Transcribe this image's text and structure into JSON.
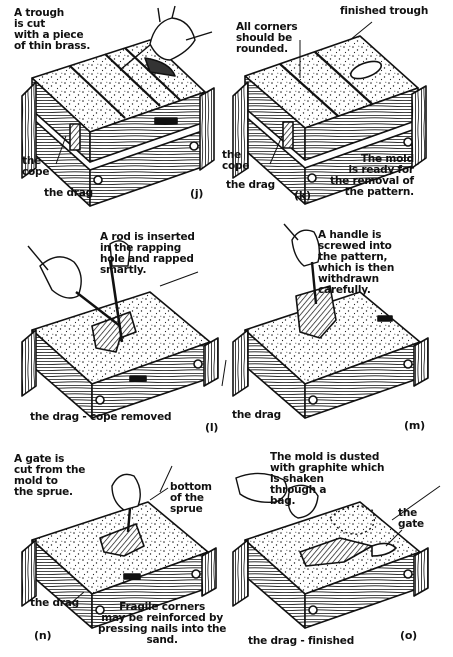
{
  "panels": {
    "j": {
      "tag": "(j)",
      "caption": "A trough\nis cut\nwith a piece\nof thin brass.",
      "cope_label": "the\ncope",
      "drag_label": "the drag"
    },
    "k": {
      "tag": "(k)",
      "corners_note": "All corners\nshould be\nrounded.",
      "finished_trough": "finished trough",
      "cope_label": "the\ncope",
      "drag_label": "the drag",
      "ready_note": "The mold\nis ready for\nthe removal of\nthe pattern."
    },
    "l": {
      "tag": "(l)",
      "caption": "A rod is inserted\nin the rapping\nhole and rapped\nsmartly.",
      "drag_label": "the drag - cope removed"
    },
    "m": {
      "tag": "(m)",
      "caption": "A handle is\nscrewed into\nthe pattern,\nwhich is then\nwithdrawn\ncarefully.",
      "drag_label": "the drag"
    },
    "n": {
      "tag": "(n)",
      "caption": "A gate is\ncut from the\nmold to\nthe sprue.",
      "sprue_label": "bottom\nof the\nsprue",
      "drag_label": "the drag",
      "corners_note": "Fragile corners\nmay be reinforced by\npressing nails into the\nsand."
    },
    "o": {
      "tag": "(o)",
      "caption": "The mold is dusted\nwith graphite which\nis shaken\nthrough a\nbag.",
      "gate_label": "the\ngate",
      "drag_label": "the drag - finished"
    }
  }
}
